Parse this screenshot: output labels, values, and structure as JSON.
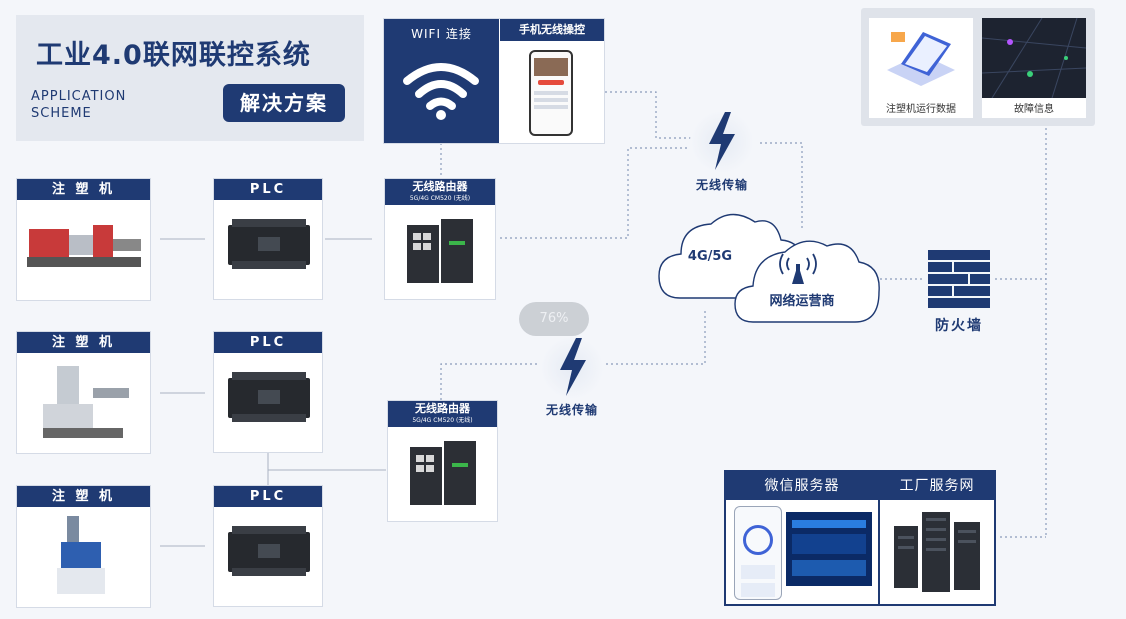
{
  "title": {
    "main": "工业4.0联网联控系统",
    "en_line1": "APPLICATION",
    "en_line2": "SCHEME",
    "badge": "解决方案"
  },
  "top_panel": {
    "wifi_label": "WIFI 连接",
    "mobile_label": "手机无线操控"
  },
  "machines": [
    {
      "machine_label": "注 塑 机",
      "plc_label": "PLC"
    },
    {
      "machine_label": "注 塑 机",
      "plc_label": "PLC"
    },
    {
      "machine_label": "注 塑 机",
      "plc_label": "PLC"
    }
  ],
  "routers": [
    {
      "label": "无线路由器",
      "sub": "5G/4G  CM520 (无线)"
    },
    {
      "label": "无线路由器",
      "sub": "5G/4G  CM520 (无线)"
    }
  ],
  "wireless": {
    "top_label": "无线传输",
    "bottom_label": "无线传输"
  },
  "cloud": {
    "left_label": "4G/5G",
    "right_label": "网络运营商"
  },
  "firewall_label": "防火墙",
  "monitor": {
    "left_label": "注塑机运行数据",
    "right_label": "故障信息"
  },
  "server": {
    "left_label": "微信服务器",
    "right_label": "工厂服务网"
  },
  "progress_pill": {
    "text": "76%"
  },
  "colors": {
    "navy": "#1f3a73",
    "bolt": "#1f3a73",
    "line": "#8a9bbb"
  }
}
